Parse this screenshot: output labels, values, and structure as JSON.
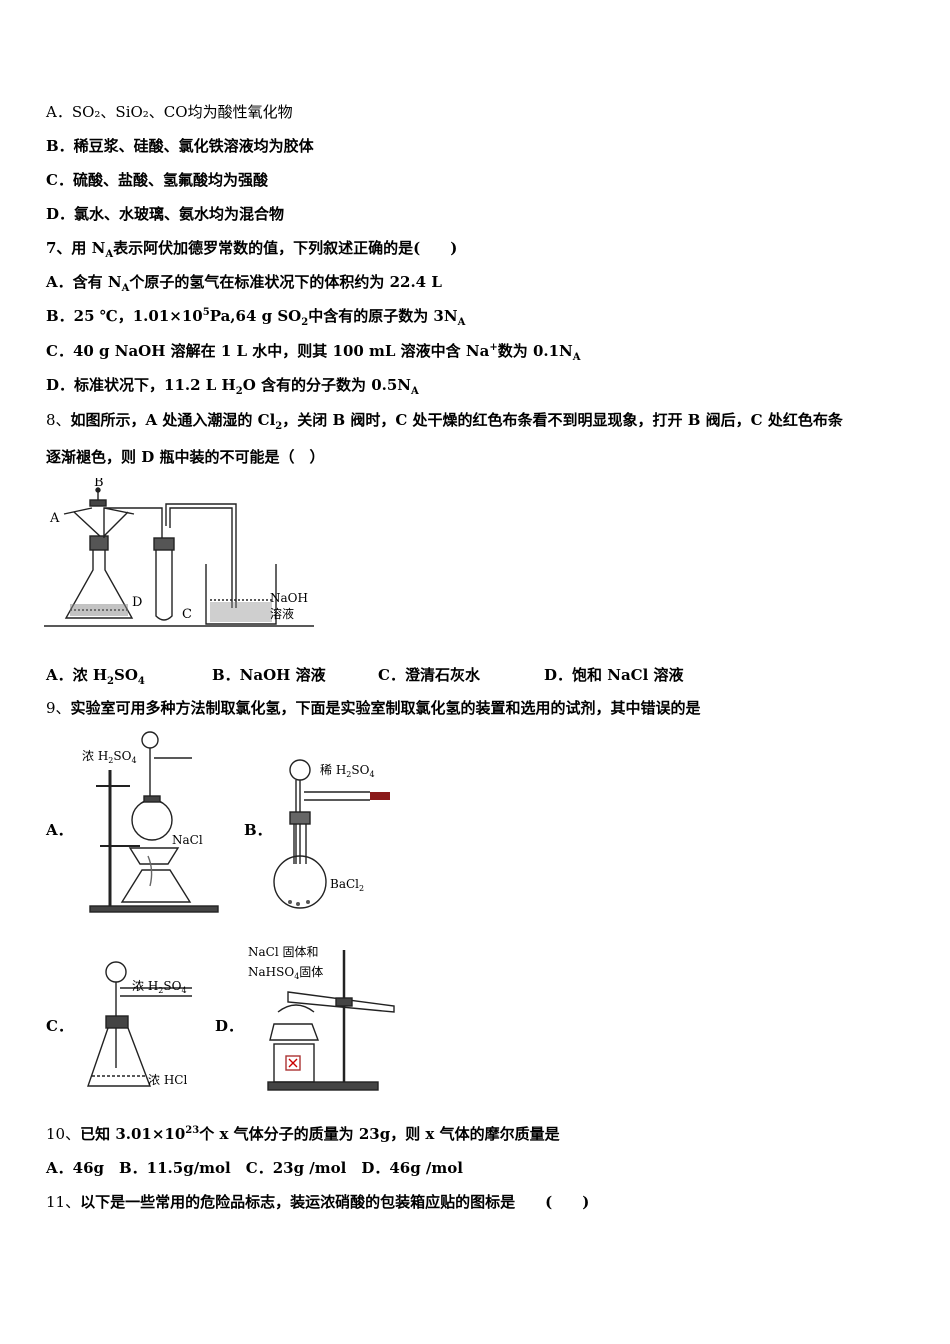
{
  "q6": {
    "optA": "A．SO₂、SiO₂、CO均为酸性氧化物",
    "optB": "B．稀豆浆、硅酸、氯化铁溶液均为胶体",
    "optC": "C．硫酸、盐酸、氢氟酸均为强酸",
    "optD": "D．氯水、水玻璃、氨水均为混合物"
  },
  "q7": {
    "stem": "7、用 N",
    "stem_sub": "A",
    "stem_rest": "表示阿伏加德罗常数的值，下列叙述正确的是(　　)",
    "optA_pre": "A．含有 N",
    "optA_sub": "A",
    "optA_post": "个原子的氢气在标准状况下的体积约为 22.4 L",
    "optB_pre": "B．25 ℃，1.01×10",
    "optB_sup": "5",
    "optB_mid": "Pa,64 g SO",
    "optB_sub": "2",
    "optB_post": "中含有的原子数为 3N",
    "optB_sub2": "A",
    "optC_pre": "C．40 g NaOH 溶解在 1 L 水中，则其 100 mL 溶液中含 Na",
    "optC_sup": "+",
    "optC_post": "数为 0.1N",
    "optC_sub": "A",
    "optD_pre": "D．标准状况下，11.2 L H",
    "optD_sub": "2",
    "optD_post": "O 含有的分子数为 0.5N",
    "optD_sub2": "A"
  },
  "q8": {
    "stem_line1_num": "8、",
    "stem_line1_a": "如图所示，A 处通入潮湿的 Cl",
    "stem_line1_sub": "2",
    "stem_line1_b": "，关闭 B 阀时，C 处干燥的红色布条看不到明显现象，打开 B 阀后，C 处红色布条",
    "stem_line2": "逐渐褪色，则 D 瓶中装的不可能是（　）",
    "fig_labels": {
      "A": "A",
      "B": "B",
      "C": "C",
      "D": "D",
      "naoh": "NaOH",
      "solution": "溶液"
    },
    "optA_pre": "A．浓 H",
    "optA_sub": "2",
    "optA_mid": "SO",
    "optA_sub2": "4",
    "optB": "B．NaOH 溶液",
    "optC": "C．澄清石灰水",
    "optD": "D．饱和 NaCl 溶液"
  },
  "q9": {
    "stem_num": "9、",
    "stem": "实验室可用多种方法制取氯化氢，下面是实验室制取氯化氢的装置和选用的试剂，其中错误的是",
    "labelA": "A．",
    "labelB": "B．",
    "labelC": "C．",
    "labelD": "D．",
    "figA": {
      "acid": "浓 H",
      "acid_sub": "2",
      "acid_post": "SO",
      "acid_sub2": "4",
      "salt": "NaCl"
    },
    "figB": {
      "acid": "稀 H",
      "acid_sub": "2",
      "acid_post": "SO",
      "acid_sub2": "4",
      "salt": "BaCl",
      "salt_sub": "2"
    },
    "figC": {
      "acid": "浓 H",
      "acid_sub": "2",
      "acid_post": "SO",
      "acid_sub2": "4",
      "liquid": "浓 HCl"
    },
    "figD": {
      "line1": "NaCl 固体和",
      "line2": "NaHSO",
      "line2_sub": "4",
      "line2_post": "固体"
    }
  },
  "q10": {
    "stem_num": "10、",
    "stem_a": "已知 3.01×10",
    "stem_sup": "23",
    "stem_b": "个 x 气体分子的质量为 23g，则 x 气体的摩尔质量是",
    "opts": "A．46g　B．11.5g/mol　C．23g /mol　D．46g /mol"
  },
  "q11": {
    "stem_num": "11、",
    "stem": "以下是一些常用的危险品标志，装运浓硝酸的包装箱应贴的图标是　　(　　)"
  }
}
